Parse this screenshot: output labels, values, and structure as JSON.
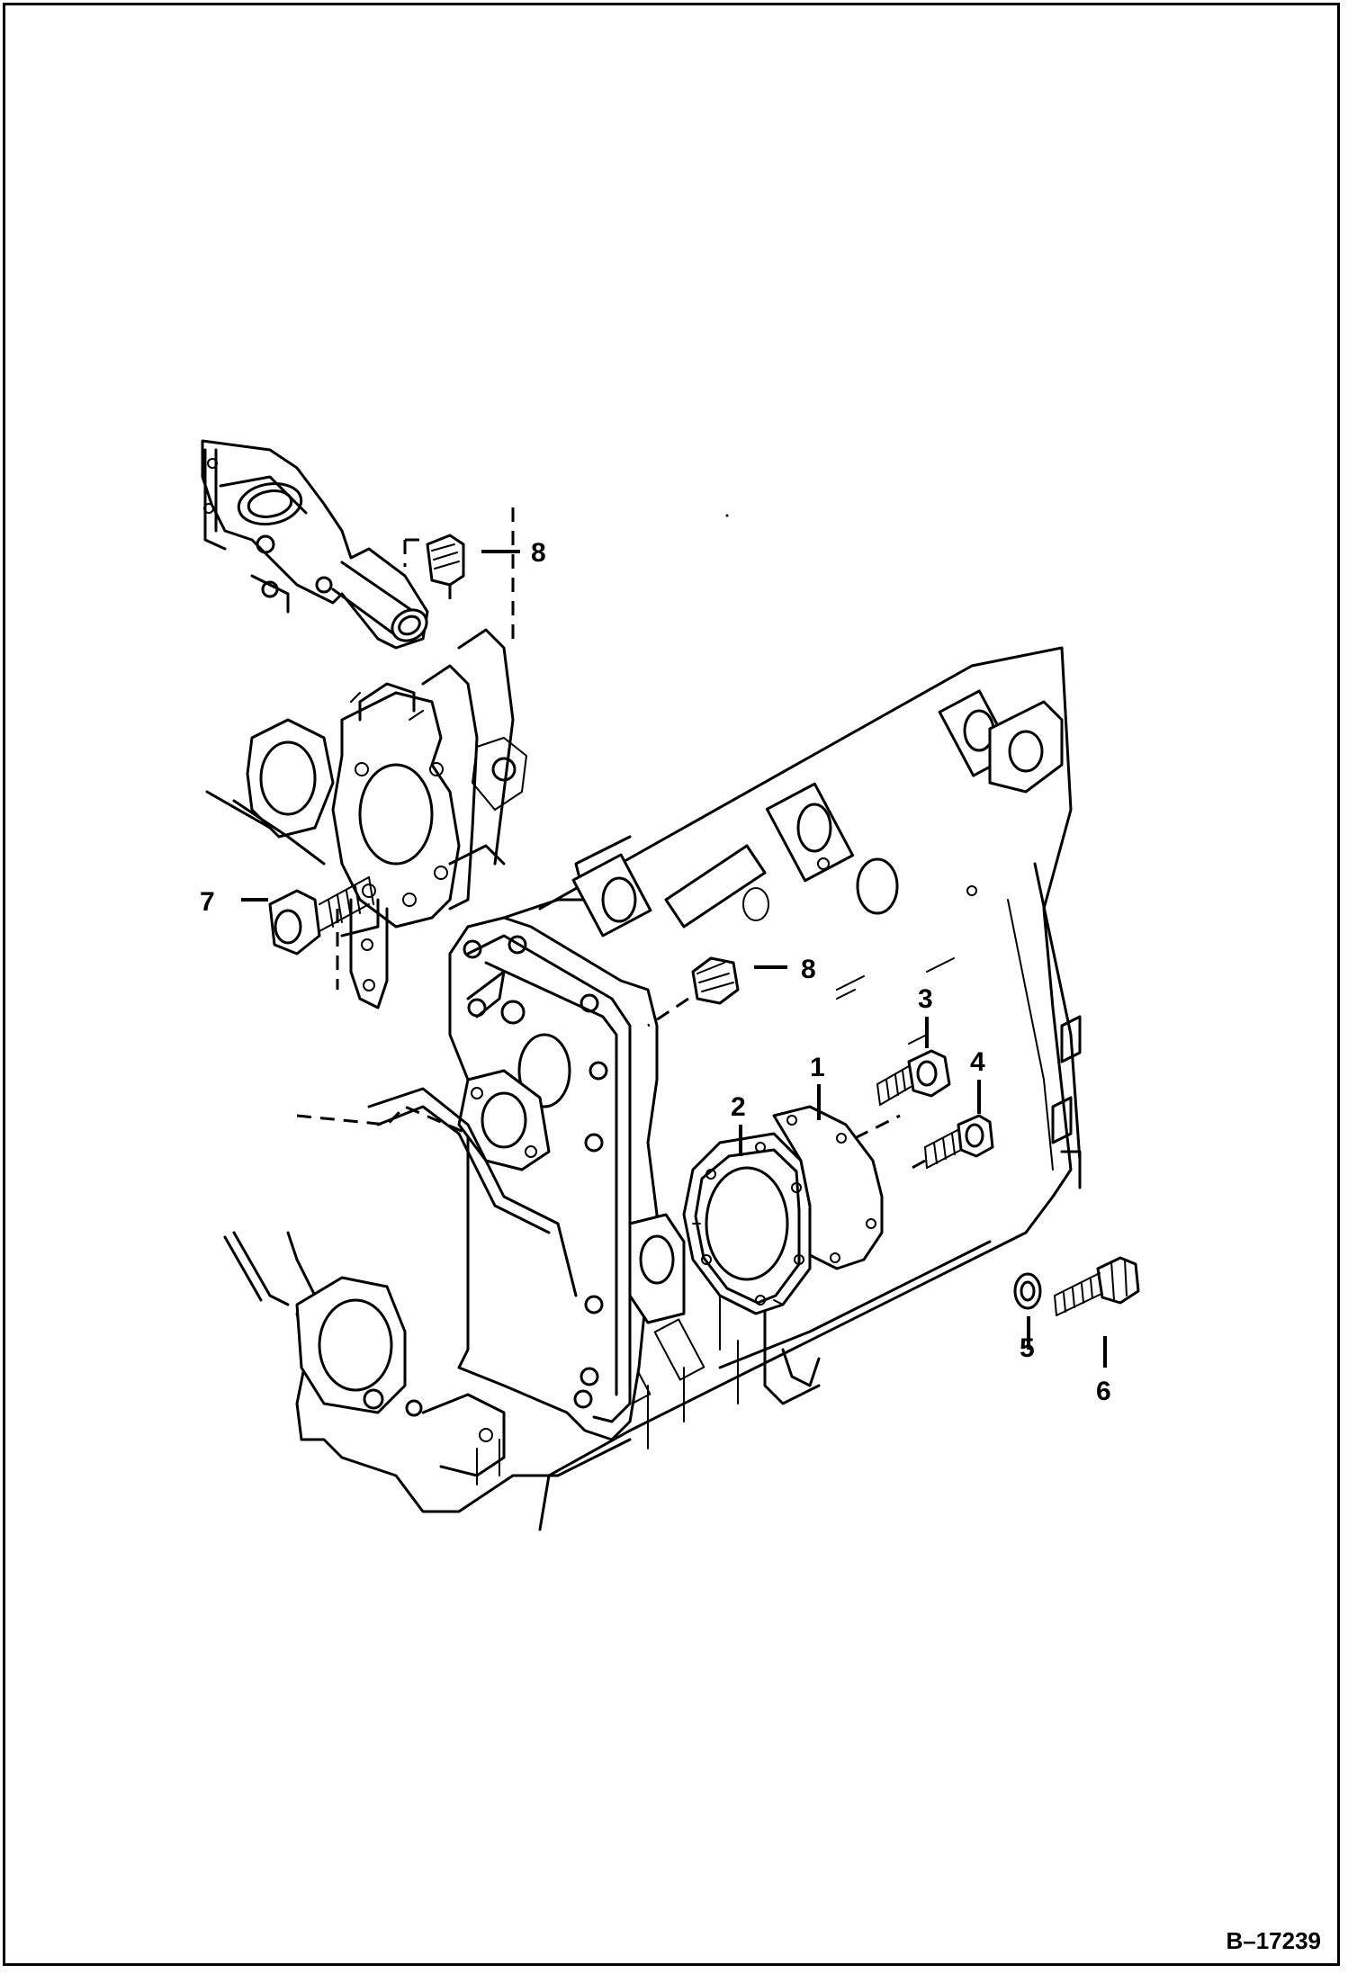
{
  "figure_number": "B–17239",
  "callouts": [
    {
      "id": "c1",
      "label": "1"
    },
    {
      "id": "c2",
      "label": "2"
    },
    {
      "id": "c3",
      "label": "3"
    },
    {
      "id": "c4",
      "label": "4"
    },
    {
      "id": "c5",
      "label": "5"
    },
    {
      "id": "c6",
      "label": "6"
    },
    {
      "id": "c7",
      "label": "7"
    },
    {
      "id": "c8a",
      "label": "8"
    },
    {
      "id": "c8b",
      "label": "8"
    }
  ]
}
